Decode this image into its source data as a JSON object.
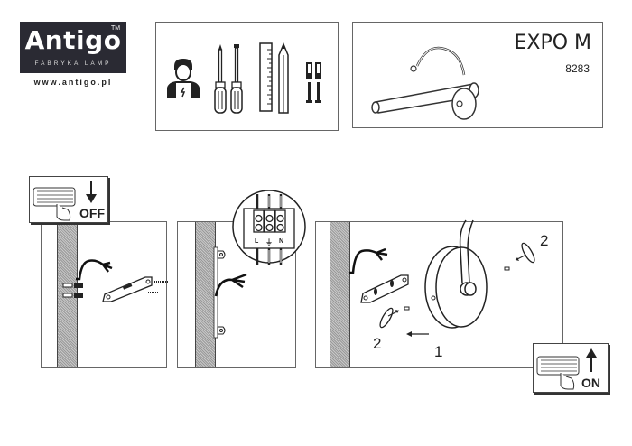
{
  "brand": {
    "name": "Antigo",
    "trademark": "TM",
    "tagline": "FABRYKA LAMP",
    "url": "www.antigo.pl"
  },
  "tools_panel": {
    "icons": [
      "electrician-icon",
      "phillips-screwdriver-icon",
      "flat-screwdriver-icon",
      "ruler-icon",
      "pencil-icon",
      "wall-plugs-screws-icon"
    ]
  },
  "product": {
    "name": "EXPO M",
    "code": "8283"
  },
  "steps": {
    "step1": {
      "switch_label": "OFF",
      "switch_arrow": "down"
    },
    "step2": {
      "terminal_labels": [
        "L",
        "⏚",
        "N"
      ]
    },
    "step3": {
      "label_1": "1",
      "label_2a": "2",
      "label_2b": "2",
      "switch_label": "ON",
      "switch_arrow": "up"
    }
  },
  "colors": {
    "logo_bg": "#2a2a33",
    "line": "#333333",
    "panel_border": "#666666"
  }
}
